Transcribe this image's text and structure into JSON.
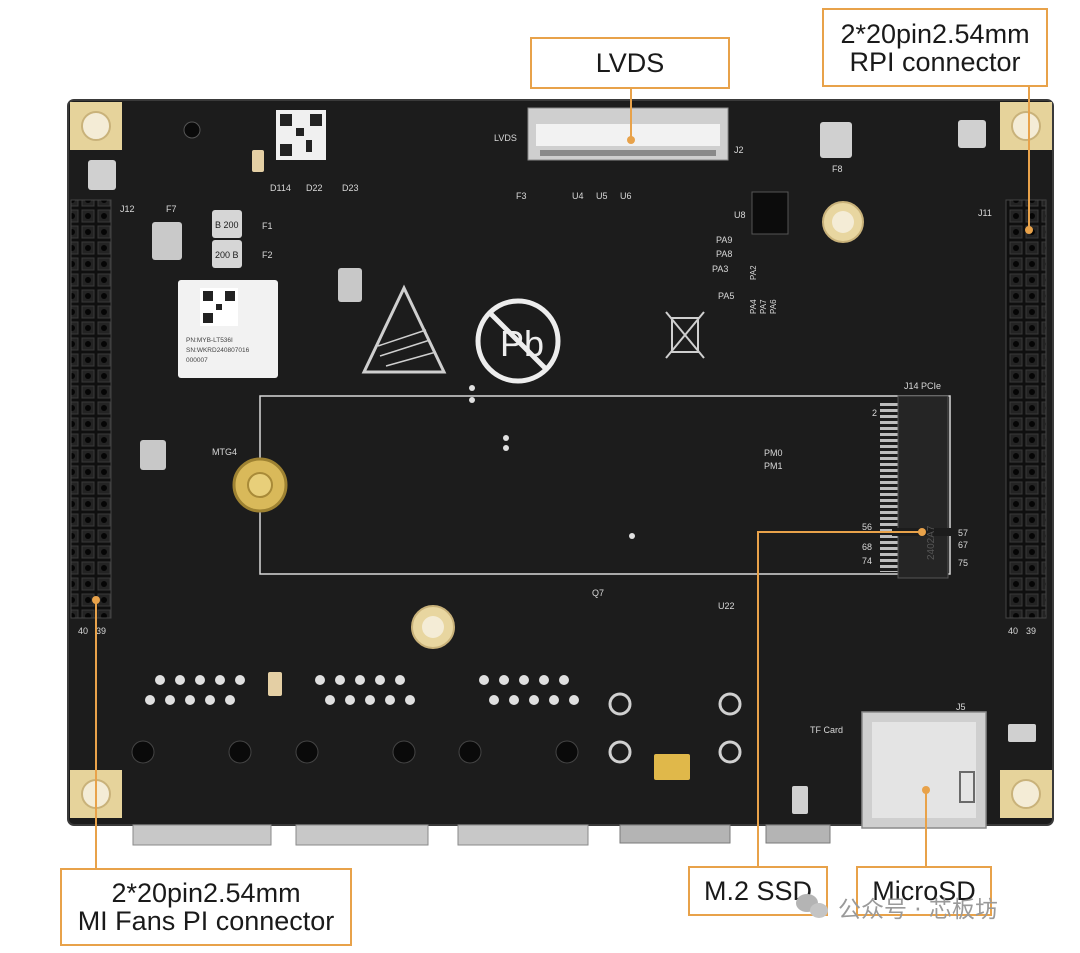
{
  "callouts": {
    "lvds": "LVDS",
    "rpi_line1": "2*20pin2.54mm",
    "rpi_line2": "RPI connector",
    "mi_line1": "2*20pin2.54mm",
    "mi_line2": "MI Fans PI connector",
    "m2": "M.2 SSD",
    "microsd": "MicroSD"
  },
  "silkscreen": {
    "lvds": "LVDS",
    "j2": "J2",
    "j12": "J12",
    "j11": "J11",
    "j14": "J14 PCIe",
    "j5": "J5",
    "mtg": "MTG4",
    "tf_card": "TF Card",
    "f7": "F7",
    "f1": "F1",
    "f2": "F2",
    "f8": "F8",
    "f3": "F3",
    "u4": "U4",
    "u5": "U5",
    "u6": "U6",
    "u8": "U8",
    "u22": "U22",
    "q7": "Q7",
    "d114": "D114",
    "d22": "D22",
    "d23": "D23",
    "pin40_left": "40",
    "pin39_left": "39",
    "pin40_right": "40",
    "pin39_right": "39",
    "m2_pin2": "2",
    "m2_pin56": "56",
    "m2_pin57": "57",
    "m2_pin67": "67",
    "m2_pin68": "68",
    "m2_pin74": "74",
    "m2_pin75": "75",
    "pm0": "PM0",
    "pm1": "PM1",
    "pa": [
      "PA9",
      "PA8",
      "PA3",
      "PA5",
      "PA4",
      "PA2",
      "PA7",
      "PA6"
    ],
    "fuse_b200": "B 200",
    "fuse_200b": "200 B"
  },
  "label_sticker": {
    "line1": "PN:MYB-LT536I",
    "line2": "SN:WKRD240807016",
    "line3": "000007"
  },
  "m2_chip": "2402A7",
  "watermark": "公众号 · 芯板坊",
  "colors": {
    "board": "#1c1c1c",
    "accent": "#e8a24a",
    "pads": "#e8d6a0",
    "silk": "#d8d8d8"
  }
}
